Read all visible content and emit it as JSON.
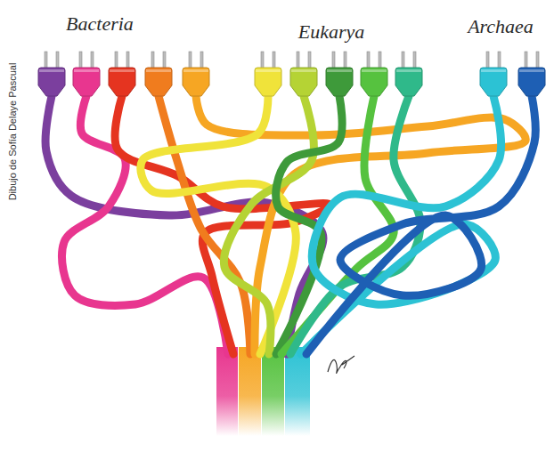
{
  "diagram": {
    "labels": [
      "Bacteria",
      "Eukarya",
      "Archaea",
      "Dibujo de Sofía Delaye Pascual"
    ]
  }
}
